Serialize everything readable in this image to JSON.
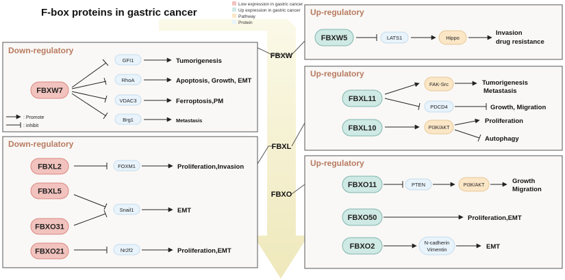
{
  "title": "F-box proteins in gastric cancer",
  "legend_top": {
    "low": "Low expression in gastric cancer",
    "up": "Up expression in gastric cancer",
    "pathway": "Pathway",
    "protein": "Protein"
  },
  "legend_small": {
    "promote": ": Promote",
    "inhibit": ": inhibit"
  },
  "families": {
    "fbxw": "FBXW",
    "fbxl": "FBXL",
    "fbxo": "FBXO"
  },
  "panels": {
    "p1": {
      "header": "Down-regulatory",
      "gene": "FBXW7",
      "targets": [
        "GFI1",
        "RhoA",
        "VDAC3",
        "Brg1"
      ],
      "outcomes": [
        "Tumorigenesis",
        "Apoptosis, Growth, EMT",
        "Ferroptosis,PM",
        "Metastasis"
      ]
    },
    "p2": {
      "header": "Down-regulatory",
      "genes": [
        "FBXL2",
        "FBXL5",
        "FBXO31",
        "FBXO21"
      ],
      "targets": [
        "FOXM1",
        "Snail1",
        "Nr2f2"
      ],
      "outcomes": [
        "Proliferation,Invasion",
        "EMT",
        "Proliferation,EMT"
      ]
    },
    "p3": {
      "header": "Up-regulatory",
      "gene": "FBXW5",
      "target": "LATS1",
      "pathway": "Hippo",
      "outcome_lines": [
        "Invasion",
        "drug resistance"
      ]
    },
    "p4": {
      "header": "Up-regulatory",
      "genes": [
        "FBXL11",
        "FBXL10"
      ],
      "nodes": [
        "FAK-Src",
        "PDCD4",
        "PI3K/AKT"
      ],
      "outcome_fak": [
        "Tumorigenesis",
        "Metastasis"
      ],
      "outcome_pdcd4": "Growth, Migration",
      "outcome_pi3k_a": "Proliferation",
      "outcome_pi3k_b": "Autophagy"
    },
    "p5": {
      "header": "Up-regulatory",
      "genes": [
        "FBXO11",
        "FBXO50",
        "FBXO2"
      ],
      "pten": "PTEN",
      "pi3k": "PI3K/AKT",
      "outcome_fbxo11": [
        "Growth",
        "Migration"
      ],
      "outcome_fbxo50": "Proliferation,EMT",
      "ncad": [
        "N-cadherin",
        "Vimentin"
      ],
      "outcome_fbxo2": "EMT"
    }
  },
  "colors": {
    "low_fill": "#f2c3be",
    "low_stroke": "#d9857f",
    "up_fill": "#cfe9e4",
    "up_stroke": "#7fb5ad",
    "protein_fill": "#e8f3fb",
    "pathway_fill": "#fbe6c6",
    "header": "#b87a60",
    "arrow_band": "#f7f3d2",
    "panel_bg": "#f9f8f6",
    "panel_border": "#555555"
  }
}
